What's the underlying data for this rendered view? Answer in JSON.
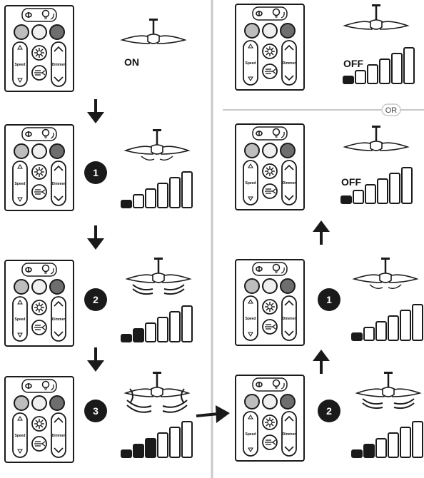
{
  "remote": {
    "speed_label": "Speed",
    "dimmer_label": "Dimmer"
  },
  "labels": {
    "on": "ON",
    "off": "OFF",
    "or": "OR"
  },
  "steps": {
    "one": "1",
    "two": "2",
    "three": "3"
  },
  "left_column": [
    {
      "indicator": null,
      "state": "on",
      "speed_level": 0,
      "light_bars_filled": 0
    },
    {
      "indicator": "1",
      "state": "speed",
      "speed_level": 1,
      "light_bars_filled": 1
    },
    {
      "indicator": "2",
      "state": "speed",
      "speed_level": 2,
      "light_bars_filled": 2
    },
    {
      "indicator": "3",
      "state": "speed",
      "speed_level": 3,
      "light_bars_filled": 3
    }
  ],
  "right_column": [
    {
      "indicator": null,
      "state": "off",
      "speed_level": 0,
      "light_bars_filled": 1
    },
    {
      "indicator": null,
      "state": "off",
      "speed_level": 0,
      "light_bars_filled": 1
    },
    {
      "indicator": "1",
      "state": "speed",
      "speed_level": 1,
      "light_bars_filled": 1
    },
    {
      "indicator": "2",
      "state": "speed",
      "speed_level": 2,
      "light_bars_filled": 2
    }
  ],
  "colors": {
    "outline": "#1a1a1a",
    "button_dark": "#6e6e6e",
    "button_mid": "#bdbdbd",
    "divider": "#c8c8c8",
    "arrow": "#1a1a1a"
  }
}
